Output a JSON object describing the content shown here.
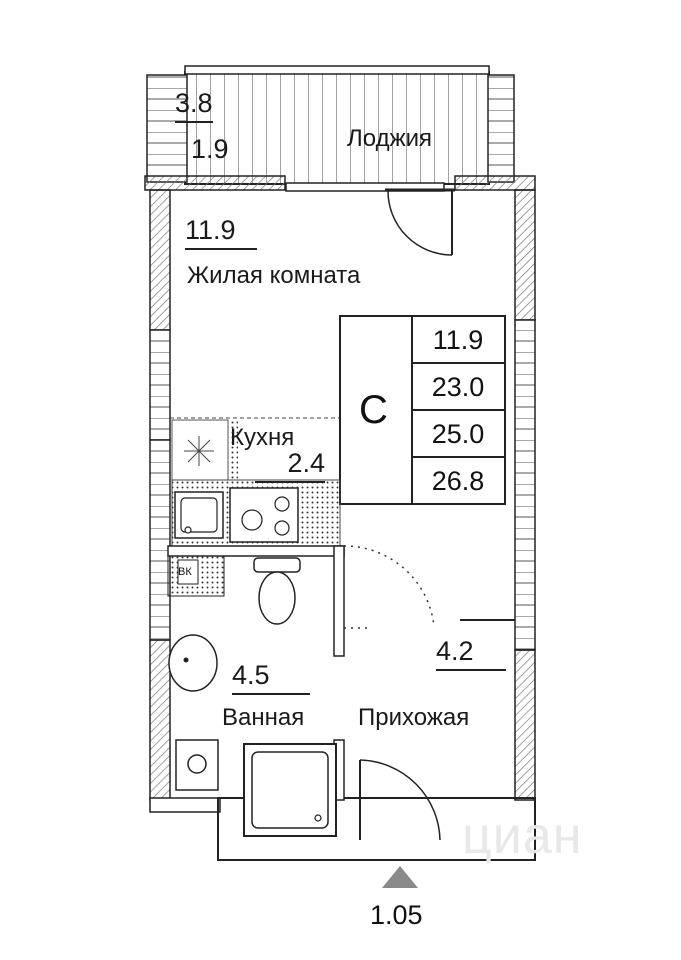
{
  "loggia": {
    "area_total": "3.8",
    "area_reduced": "1.9",
    "name": "Лоджия"
  },
  "living_room": {
    "area": "11.9",
    "name": "Жилая комната"
  },
  "kitchen": {
    "name": "Кухня",
    "area": "2.4"
  },
  "bathroom": {
    "area": "4.5",
    "name": "Ванная",
    "vk_label": "ВК"
  },
  "hallway": {
    "area": "4.2",
    "name": "Прихожая"
  },
  "summary": {
    "type_letter": "С",
    "values": [
      "11.9",
      "23.0",
      "25.0",
      "26.8"
    ]
  },
  "ceiling_height": "1.05",
  "watermark": "циан",
  "colors": {
    "wall": "#555555",
    "line": "#222222",
    "hatch": "#888888",
    "marker": "#8a8a8a"
  }
}
